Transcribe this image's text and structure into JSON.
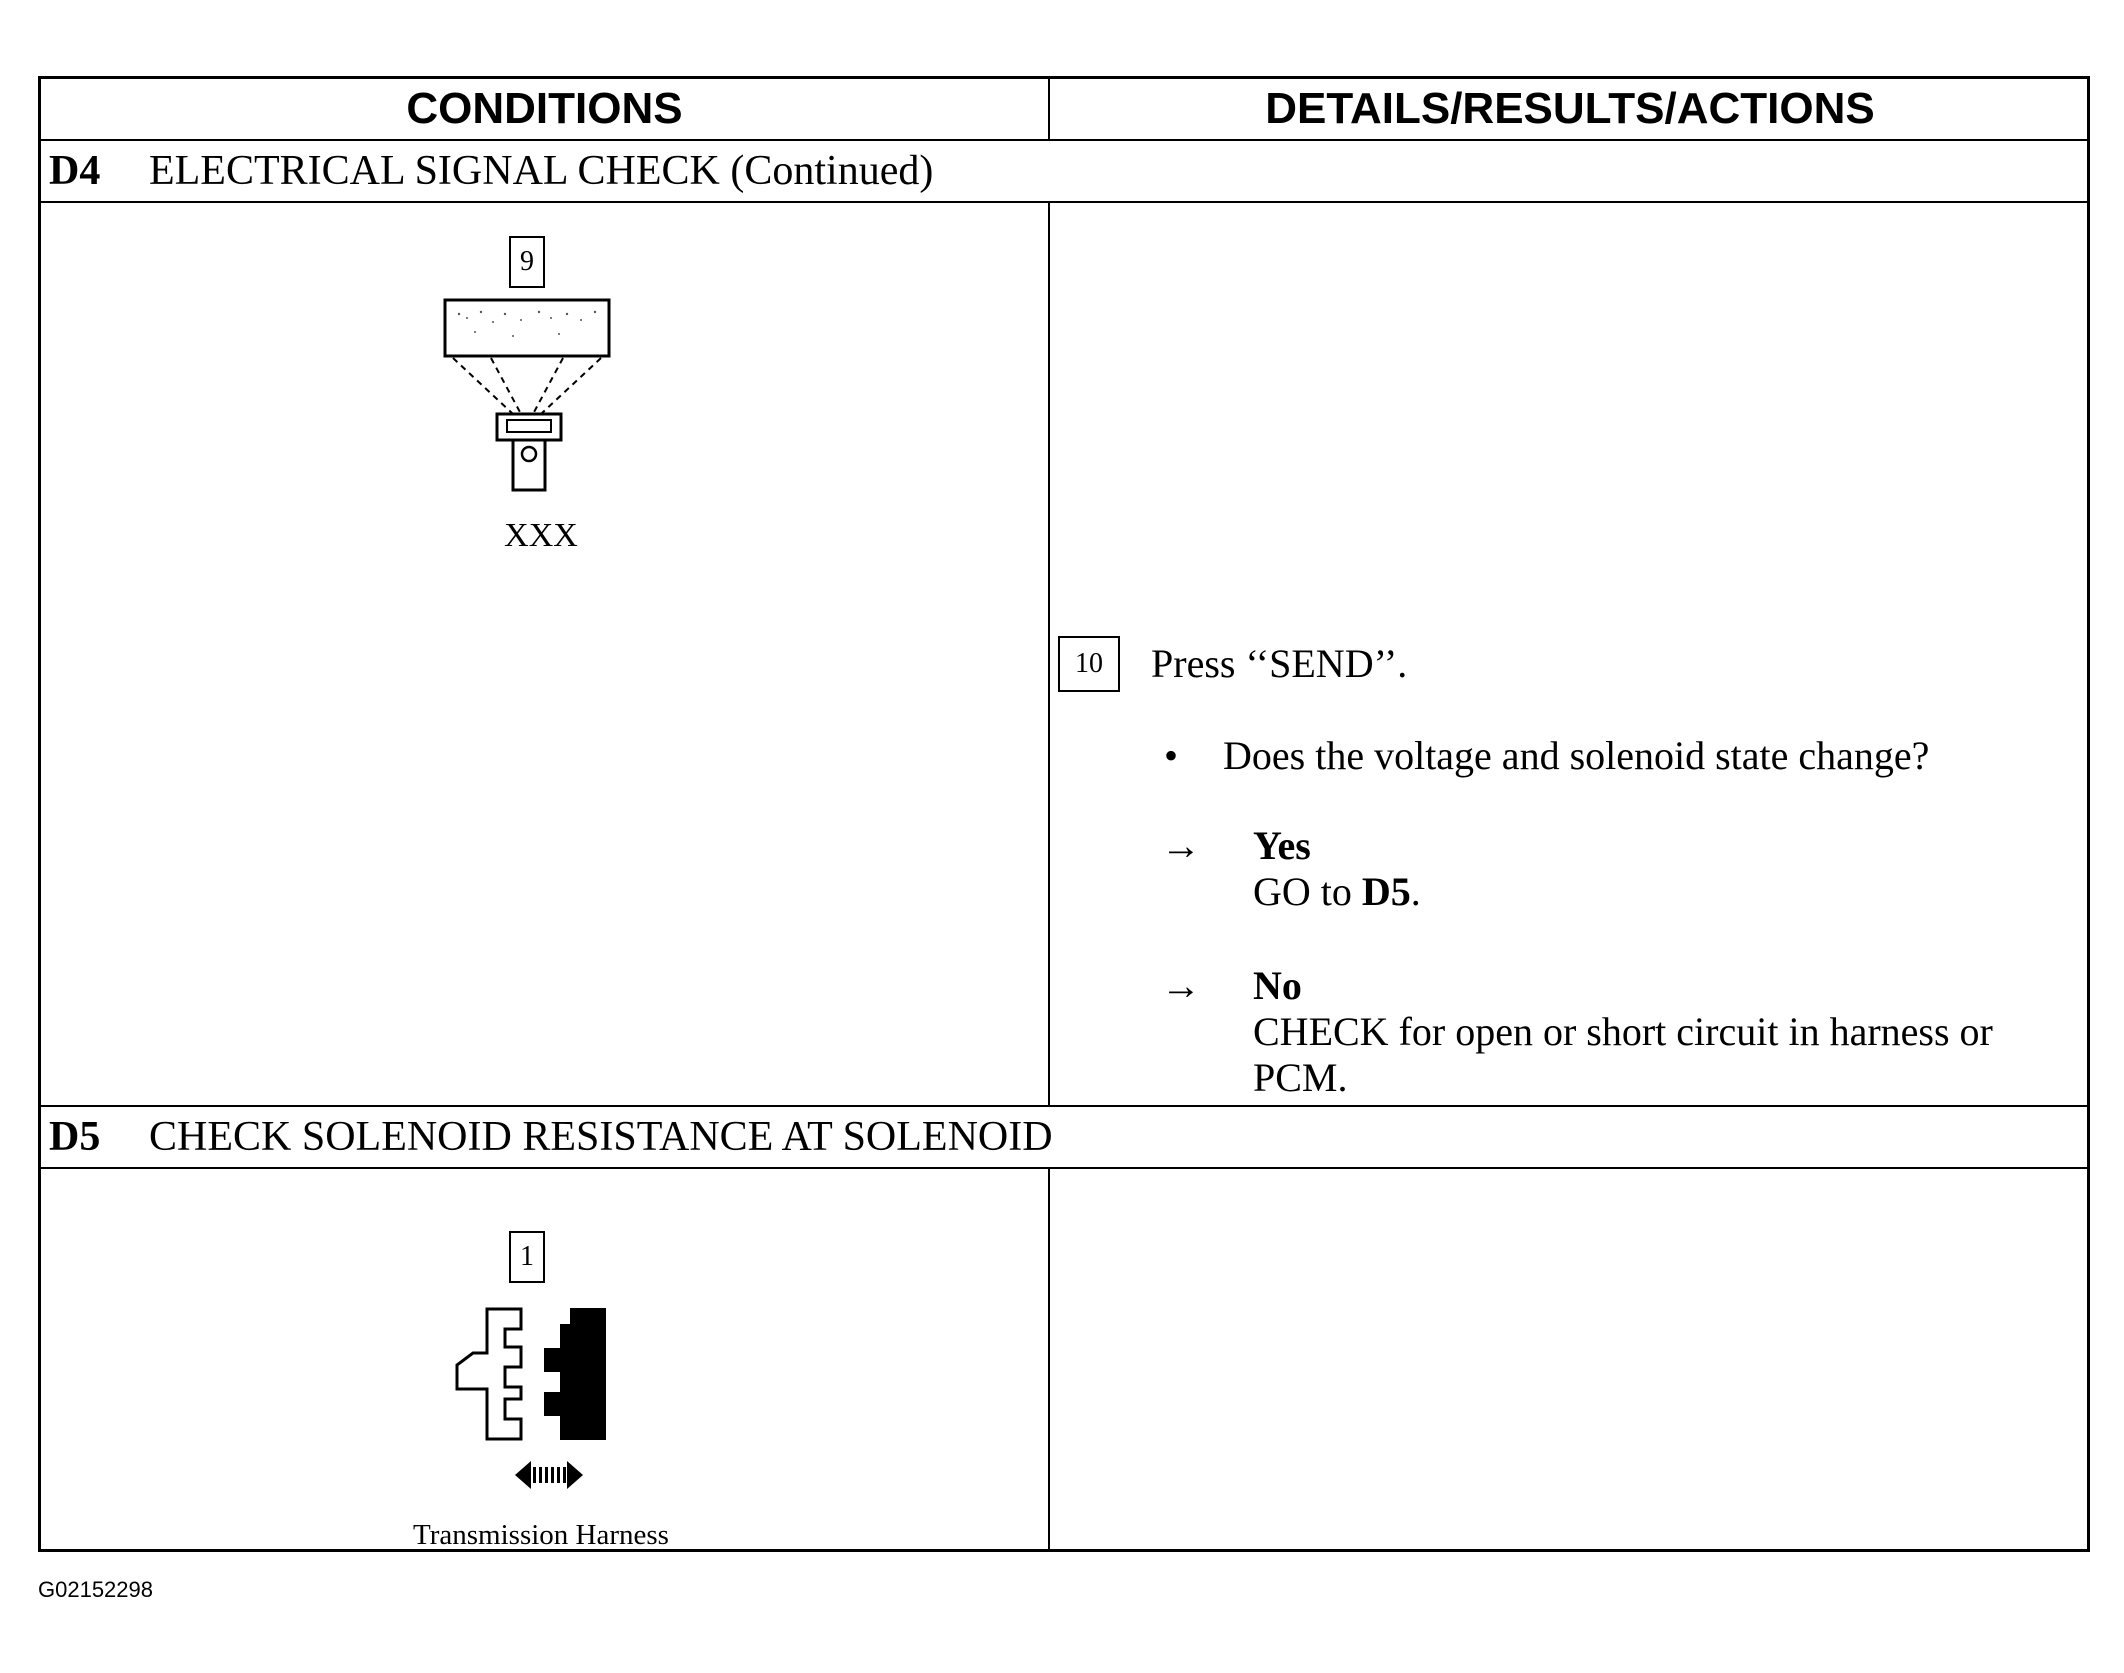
{
  "headers": {
    "conditions": "CONDITIONS",
    "details": "DETAILS/RESULTS/ACTIONS"
  },
  "sections": [
    {
      "code": "D4",
      "title": "ELECTRICAL SIGNAL CHECK (Continued)",
      "condition_step": "9",
      "condition_caption": "XXX",
      "action_step": "10",
      "action_text": "Press ‘‘SEND’’.",
      "bullet_symbol": "•",
      "question": "Does the voltage and solenoid state change?",
      "arrow_symbol": "→",
      "yes_label": "Yes",
      "yes_prefix": "GO to ",
      "yes_target": "D5",
      "yes_suffix": ".",
      "no_label": "No",
      "no_line1": "CHECK for open or short circuit in harness or",
      "no_line2": "PCM."
    },
    {
      "code": "D5",
      "title": "CHECK SOLENOID RESISTANCE AT SOLENOID",
      "condition_step": "1",
      "condition_caption": "Transmission Harness"
    }
  ],
  "figure_id": "G02152298"
}
